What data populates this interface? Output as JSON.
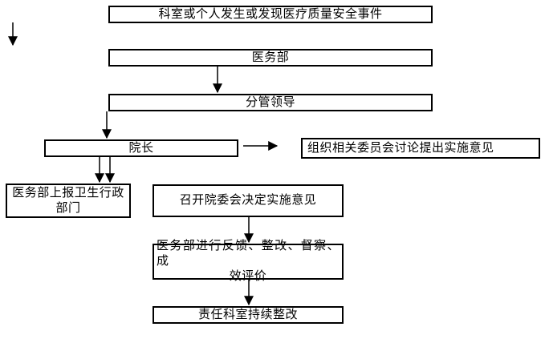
{
  "page": {
    "background_color": "#ffffff",
    "line_color": "#000000",
    "text_color": "#000000"
  },
  "flowchart": {
    "nodes": [
      {
        "id": "event",
        "label": "科室或个人发生或发现医疗质量安全事件"
      },
      {
        "id": "medical-affairs",
        "label": "医务部"
      },
      {
        "id": "leader-in-charge",
        "label": "分管领导"
      },
      {
        "id": "director",
        "label": "院长"
      },
      {
        "id": "committee",
        "label": "组织相关委员会讨论提出实施意见"
      },
      {
        "id": "report-to-health-admin",
        "lines": [
          "医务部上报卫生行政",
          "部门"
        ]
      },
      {
        "id": "committee-decision",
        "label": "召开院委会决定实施意见"
      },
      {
        "id": "feedback-evaluation",
        "lines": [
          "医务部进行反馈、整改、督察、成",
          "效评价"
        ]
      },
      {
        "id": "continuous-rectification",
        "label": "责任科室持续整改"
      }
    ],
    "connectors": [
      {
        "id": "stray-down-arrow",
        "from": "page-top-left",
        "to": "down"
      },
      {
        "id": "medical-affairs-to-leader",
        "from": "medical-affairs",
        "to": "leader-in-charge"
      },
      {
        "id": "leader-to-director",
        "from": "leader-in-charge",
        "to": "director"
      },
      {
        "id": "director-to-committee",
        "from": "director",
        "to": "committee"
      },
      {
        "id": "director-to-report-1",
        "from": "director",
        "to": "report-to-health-admin"
      },
      {
        "id": "director-to-report-2",
        "from": "director",
        "to": "report-to-health-admin"
      },
      {
        "id": "decision-to-feedback",
        "from": "committee-decision",
        "to": "feedback-evaluation"
      },
      {
        "id": "feedback-to-rectification",
        "from": "feedback-evaluation",
        "to": "continuous-rectification"
      }
    ]
  }
}
